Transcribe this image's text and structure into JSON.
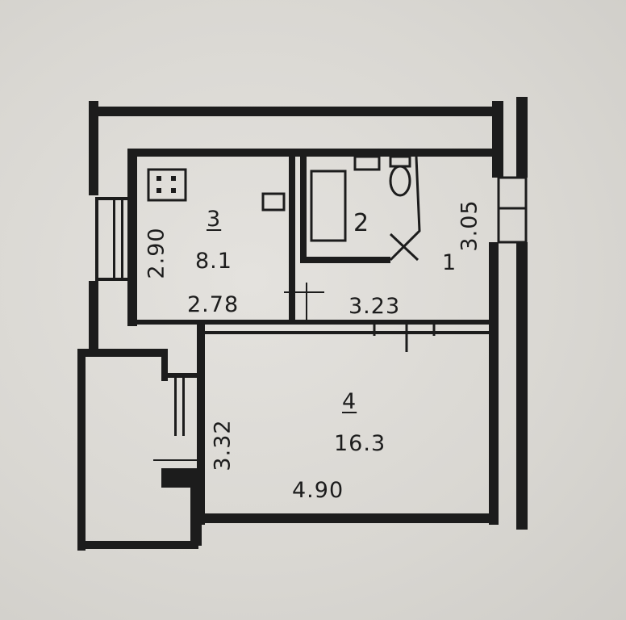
{
  "rooms": [
    {
      "number": "3",
      "area": "8.1"
    },
    {
      "number": "2",
      "area": ""
    },
    {
      "number": "4",
      "area": "16.3"
    },
    {
      "number": "1",
      "area": ""
    }
  ],
  "dimensions": {
    "kitchen_width": "2.78",
    "kitchen_depth": "2.90",
    "hall_width": "3.23",
    "hall_depth": "3.05",
    "room_width": "4.90",
    "room_depth": "3.32"
  },
  "colors": {
    "paper": "#dcdad6",
    "ink": "#1c1c1c",
    "window": "#cfccc6"
  }
}
